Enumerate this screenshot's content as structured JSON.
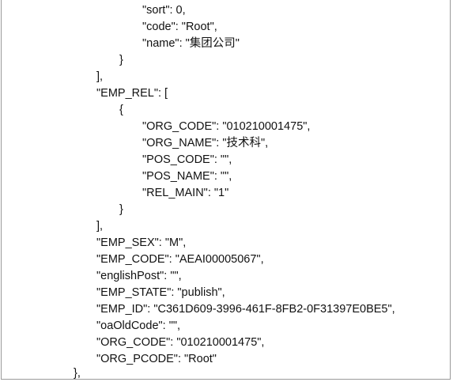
{
  "document": {
    "lines": [
      "\"sort\": 0,",
      "\"code\": \"Root\",",
      "\"name\": \"集团公司\"",
      "}",
      "],",
      "\"EMP_REL\": [",
      "{",
      "\"ORG_CODE\": \"010210001475\",",
      "\"ORG_NAME\": \"技术科\",",
      "\"POS_CODE\": \"\",",
      "\"POS_NAME\": \"\",",
      "\"REL_MAIN\": \"1\"",
      "}",
      "],",
      "\"EMP_SEX\": \"M\",",
      "\"EMP_CODE\": \"AEAI00005067\",",
      "\"englishPost\": \"\",",
      "\"EMP_STATE\": \"publish\",",
      "\"EMP_ID\": \"C361D609-3996-461F-8FB2-0F31397E0BE5\",",
      "\"oaOldCode\": \"\",",
      "\"ORG_CODE\": \"010210001475\",",
      "\"ORG_PCODE\": \"Root\"",
      "},"
    ]
  }
}
